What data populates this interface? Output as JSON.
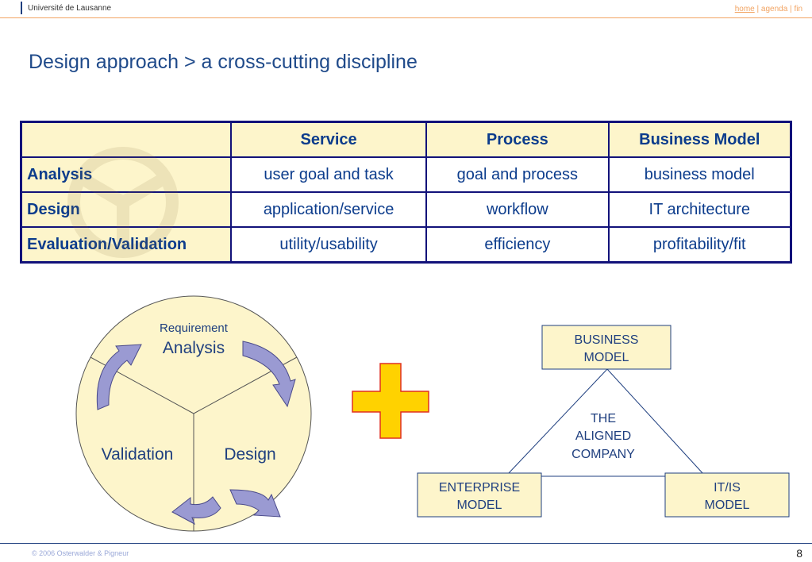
{
  "header": {
    "org": "Université de Lausanne",
    "nav_home": "home",
    "nav_sep1": "|",
    "nav_agenda": "agenda",
    "nav_sep2": "|",
    "nav_fin": "fin"
  },
  "title": "Design approach > a cross-cutting discipline",
  "table": {
    "columns": [
      "",
      "Service",
      "Process",
      "Business Model"
    ],
    "rows": [
      {
        "label": "Analysis",
        "cells": [
          "user goal and task",
          "goal and process",
          "business model"
        ]
      },
      {
        "label": "Design",
        "cells": [
          "application/service",
          "workflow",
          "IT architecture"
        ]
      },
      {
        "label": "Evaluation/Validation",
        "cells": [
          "utility/usability",
          "efficiency",
          "profitability/fit"
        ]
      }
    ]
  },
  "cycle": {
    "top_small": "Requirement",
    "top_big": "Analysis",
    "left": "Validation",
    "right": "Design",
    "fill": "#fdf5cb",
    "arrow_color": "#9a9ad2"
  },
  "plus": {
    "fill": "#ffd200",
    "stroke": "#e03020"
  },
  "triangle": {
    "top_line1": "BUSINESS",
    "top_line2": "MODEL",
    "center_line1": "THE",
    "center_line2": "ALIGNED",
    "center_line3": "COMPANY",
    "left_line1": "ENTERPRISE",
    "left_line2": "MODEL",
    "right_line1": "IT/IS",
    "right_line2": "MODEL",
    "box_fill": "#fdf5cb",
    "box_stroke": "#1f3f7f"
  },
  "footer": {
    "copyright": "© 2006  Osterwalder & Pigneur",
    "page": "8"
  }
}
